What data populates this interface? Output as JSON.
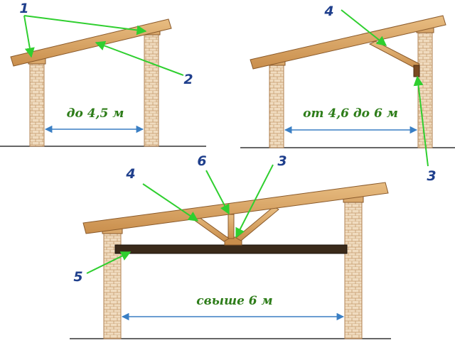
{
  "diagrams": [
    {
      "span_label": "до 4,5 м"
    },
    {
      "span_label": "от 4,6 до 6 м"
    },
    {
      "span_label": "свыше 6 м"
    }
  ],
  "markers": {
    "d1_a": "1",
    "d1_b": "2",
    "d2_a": "4",
    "d2_b": "3",
    "d3_a": "4",
    "d3_b": "6",
    "d3_c": "3",
    "d3_d": "5"
  },
  "colors": {
    "wood": "#d9a86c",
    "wood_dark": "#8a5a2b",
    "brick": "#f0dcc0",
    "brick_line": "#c49a6c",
    "beam": "#3a2a1a",
    "arrow_green": "#2fcf2f",
    "dim_blue": "#3a7fc4"
  }
}
